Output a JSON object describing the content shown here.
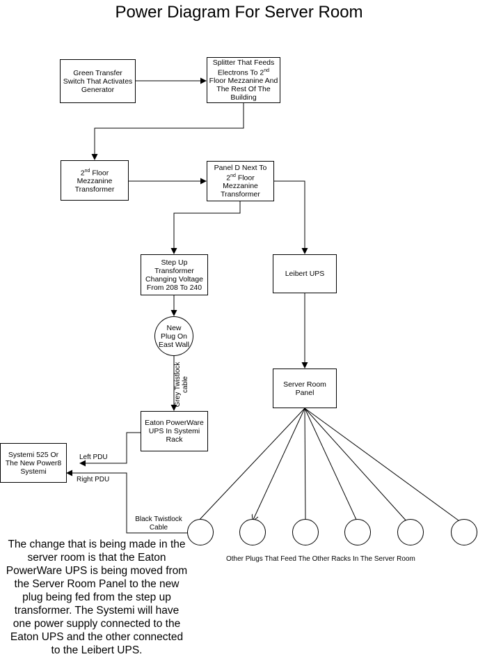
{
  "title": "Power Diagram For Server Room",
  "nodes": {
    "green_transfer": "Green Transfer Switch That Activates Generator",
    "splitter_a": "Splitter That Feeds Electrons To 2",
    "splitter_sup": "nd",
    "splitter_b": "Floor Mezzanine And The Rest Of The Building",
    "mezz_transformer_sup": "nd",
    "mezz_transformer": "Floor Mezzanine Transformer",
    "panel_d_a": "Panel D Next To",
    "panel_d_prefix": "2",
    "panel_d_sup": "nd",
    "panel_d_b": "Floor Mezzanine Transformer",
    "step_up": "Step Up Transformer Changing Voltage From 208 To 240",
    "liebert": "Leibert UPS",
    "new_plug": "New Plug On East Wall",
    "server_panel": "Server Room Panel",
    "eaton": "Eaton PowerWare UPS In Systemi Rack",
    "systemi": "Systemi 525 Or The New Power8 Systemi"
  },
  "edge_labels": {
    "grey_cable": "Grey Twistlock cable",
    "left_pdu": "Left PDU",
    "right_pdu": "Right PDU",
    "black_cable": "Black Twistlock Cable",
    "other_plugs": "Other Plugs That Feed The Other Racks In The Server Room"
  },
  "note": "The change that is being made in the server room is that the Eaton PowerWare UPS is being moved from the Server Room Panel to the new plug being fed from the step up transformer.  The Systemi will have one power supply connected to the Eaton UPS and the other connected to the Leibert UPS."
}
